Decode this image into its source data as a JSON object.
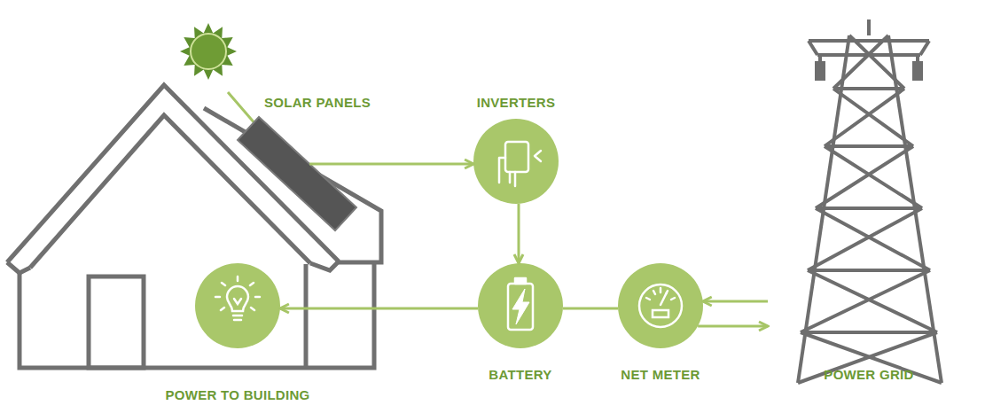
{
  "diagram": {
    "nodes": [
      {
        "text": [
          "SOLAR PANELS"
        ]
      },
      {
        "text": [
          "INVERTERS"
        ]
      },
      {
        "text": [
          "POWER TO BUILDING"
        ]
      },
      {
        "text": [
          "BATTERY"
        ]
      },
      {
        "text": [
          "NET METER"
        ]
      },
      {
        "text": [
          "POWER GRID"
        ]
      }
    ],
    "edges": [
      {
        "from": 0,
        "to": 1,
        "arrow": "to"
      },
      {
        "from": 1,
        "to": 3,
        "arrow": "to"
      },
      {
        "from": 3,
        "to": 2,
        "arrow": "to"
      },
      {
        "from": 3,
        "to": 4,
        "arrow": "none"
      },
      {
        "from": 5,
        "to": 4,
        "arrow": "to"
      },
      {
        "from": 4,
        "to": 5,
        "arrow": "to"
      }
    ]
  }
}
